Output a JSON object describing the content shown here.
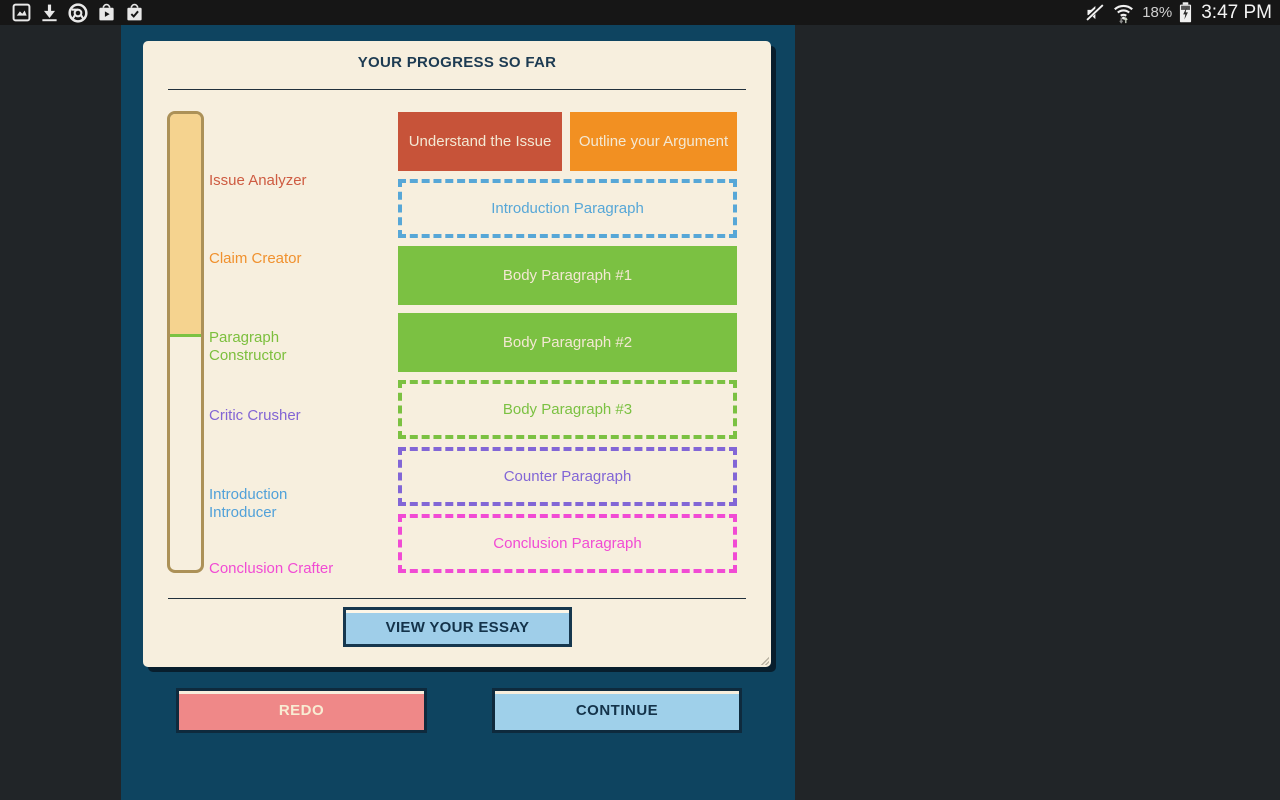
{
  "status_bar": {
    "left_icons": [
      {
        "name": "gallery-icon"
      },
      {
        "name": "download-icon"
      },
      {
        "name": "chrome-icon"
      },
      {
        "name": "play-store-icon"
      },
      {
        "name": "bag-check-icon"
      }
    ],
    "right_icons": [
      {
        "name": "mute-icon"
      },
      {
        "name": "wifi-icon"
      },
      {
        "name": "battery-charging-icon"
      }
    ],
    "battery_percent": "18%",
    "time": "3:47 PM"
  },
  "progress_card": {
    "title": "YOUR PROGRESS SO FAR",
    "progress_bar": {
      "fill_color": "#f5d38f",
      "border_color": "#ac9157",
      "marker_color": "#7cc242",
      "fill_fraction": 0.49
    },
    "milestones": [
      {
        "label": "Issue Analyzer",
        "color": "#ce5b41"
      },
      {
        "label": "Claim Creator",
        "color": "#f0912e"
      },
      {
        "label": "Paragraph Constructor",
        "color": "#7cbf3d"
      },
      {
        "label": "Critic Crusher",
        "color": "#8265d4"
      },
      {
        "label": "Introduction Introducer",
        "color": "#51a1d9"
      },
      {
        "label": "Conclusion Crafter",
        "color": "#f14bd4"
      }
    ],
    "steps": [
      {
        "label": "Understand the Issue",
        "state": "complete",
        "color": "#c75339"
      },
      {
        "label": "Outline your Argument",
        "state": "complete",
        "color": "#f29022"
      },
      {
        "label": "Introduction Paragraph",
        "state": "pending",
        "color": "#4d9fd1"
      },
      {
        "label": "Body Paragraph #1",
        "state": "complete",
        "color": "#7bc142"
      },
      {
        "label": "Body Paragraph #2",
        "state": "complete",
        "color": "#7bc142"
      },
      {
        "label": "Body Paragraph #3",
        "state": "pending",
        "color": "#6dbf3a"
      },
      {
        "label": "Counter Paragraph",
        "state": "pending",
        "color": "#7a66d5"
      },
      {
        "label": "Conclusion Paragraph",
        "state": "pending",
        "color": "#ef46d8"
      }
    ],
    "view_essay_label": "VIEW YOUR ESSAY"
  },
  "footer": {
    "redo_label": "REDO",
    "continue_label": "CONTINUE"
  },
  "theme": {
    "panel_color": "#0e4460",
    "card_color": "#f7efde",
    "background_color": "#212528",
    "title_color": "#1d3b52"
  }
}
